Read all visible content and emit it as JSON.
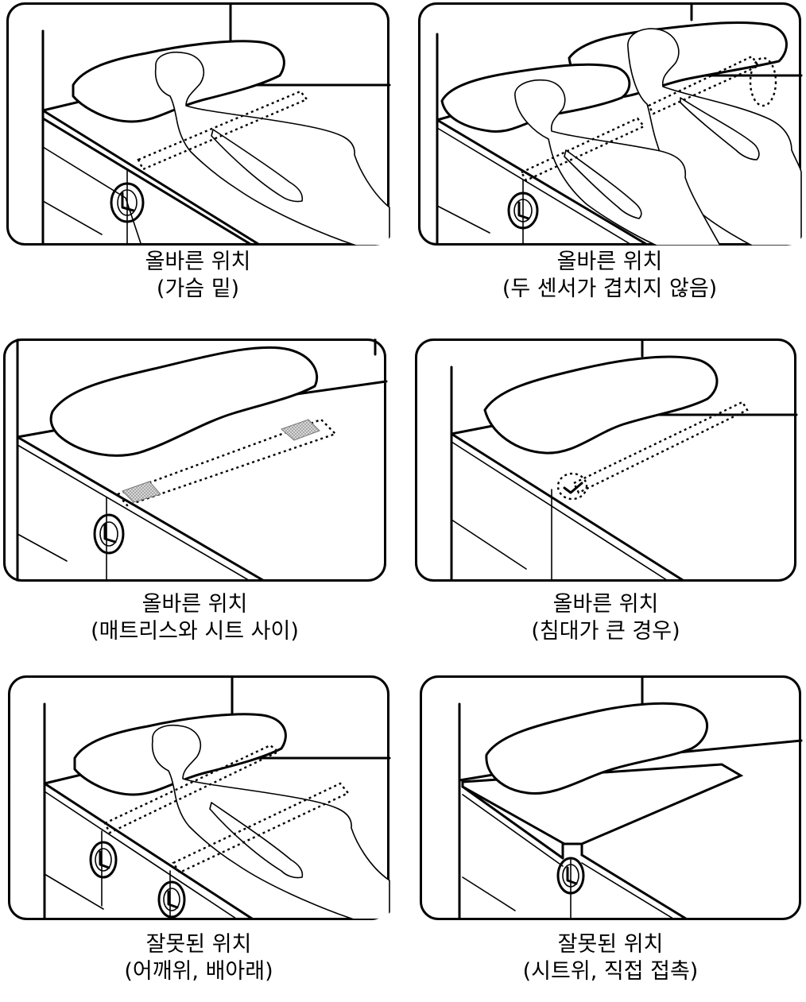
{
  "panels": [
    {
      "title": "올바른 위치",
      "subtitle": "(가슴 밑)"
    },
    {
      "title": "올바른 위치",
      "subtitle": "(두 센서가 겹치지 않음)"
    },
    {
      "title": "올바른 위치",
      "subtitle": "(매트리스와 시트 사이)"
    },
    {
      "title": "올바른 위치",
      "subtitle": "(침대가 큰 경우)"
    },
    {
      "title": "잘못된 위치",
      "subtitle": "(어깨위, 배아래)"
    },
    {
      "title": "잘못된 위치",
      "subtitle": "(시트위, 직접 접촉)"
    }
  ],
  "colors": {
    "line": "#000000",
    "background": "#ffffff",
    "hatch": "#bdbdbd"
  },
  "icons": [
    "bed-illustration",
    "pillow-shape",
    "person-silhouette",
    "sensor-pad-outline",
    "clock-connector-icon"
  ]
}
